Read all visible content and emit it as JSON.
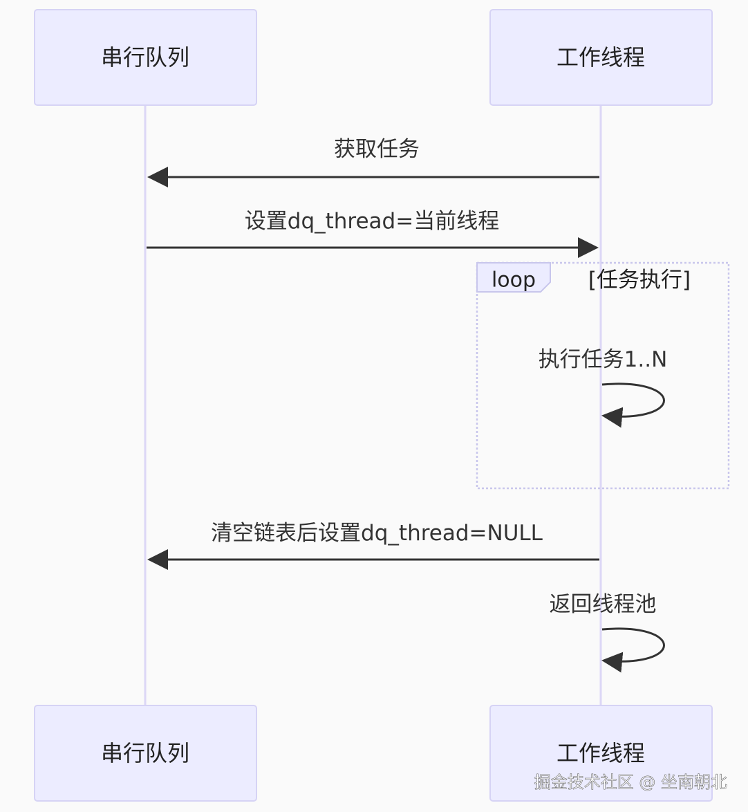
{
  "participants": [
    {
      "id": "queue",
      "label": "串行队列"
    },
    {
      "id": "worker",
      "label": "工作线程"
    }
  ],
  "messages": [
    {
      "from": "worker",
      "to": "queue",
      "text": "获取任务"
    },
    {
      "from": "queue",
      "to": "worker",
      "text": "设置dq_thread=当前线程"
    },
    {
      "from": "worker",
      "to": "worker",
      "text": "执行任务1..N"
    },
    {
      "from": "worker",
      "to": "queue",
      "text": "清空链表后设置dq_thread=NULL"
    },
    {
      "from": "worker",
      "to": "worker",
      "text": "返回线程池"
    }
  ],
  "loop": {
    "label": "loop",
    "condition": "[任务执行]"
  },
  "watermark": "掘金技术社区 @ 坐南朝北"
}
